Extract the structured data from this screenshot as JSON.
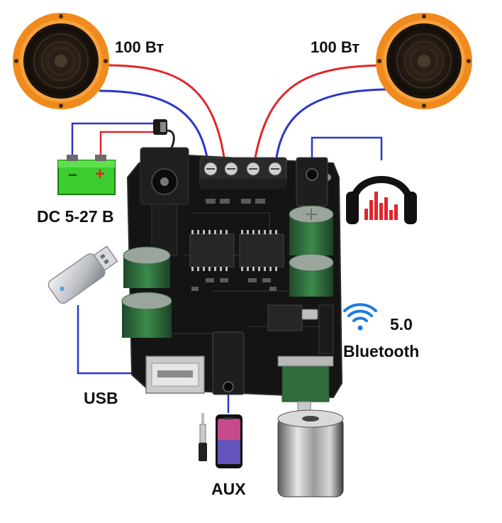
{
  "speaker_left": {
    "power_label": "100 Вт"
  },
  "speaker_right": {
    "power_label": "100 Вт"
  },
  "power": {
    "label": "DC 5-27 В",
    "minus": "−",
    "plus": "+"
  },
  "usb": {
    "label": "USB"
  },
  "aux": {
    "label": "AUX"
  },
  "bluetooth": {
    "version": "5.0",
    "label": "Bluetooth"
  },
  "colors": {
    "wire_red": "#e0262b",
    "wire_blue": "#2b36c9",
    "speaker_ring": "#f08a1c",
    "pcb": "#141414",
    "capacitor": "#2f6d3d",
    "battery": "#3dcc2e"
  }
}
